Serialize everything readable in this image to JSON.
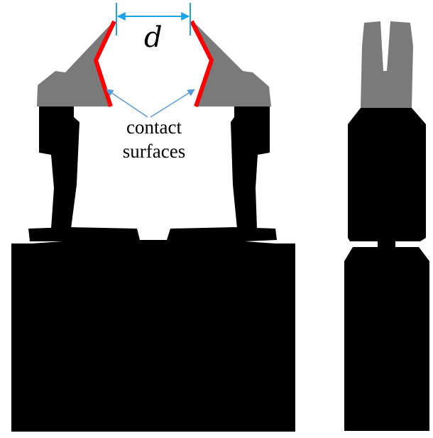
{
  "labels": {
    "width_symbol": "d",
    "contact_line1": "contact",
    "contact_line2": "surfaces"
  },
  "colors": {
    "body": "#000000",
    "finger": "#7a7a7a",
    "contact_surface": "#ff0000",
    "dimension": "#1aa3e6",
    "arrow": "#5b9bd5",
    "background": "#ffffff"
  },
  "views": [
    "front-view",
    "side-view"
  ]
}
